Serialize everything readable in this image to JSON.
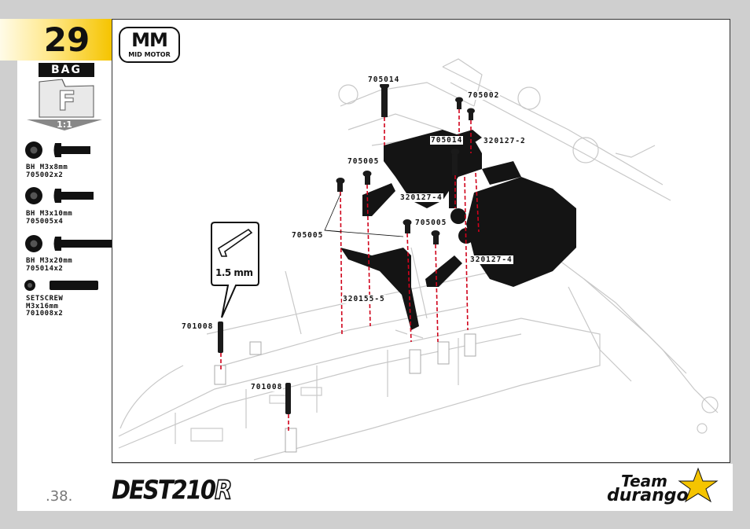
{
  "step": {
    "number": "29"
  },
  "bag": {
    "label": "BAG",
    "letter": "F",
    "scale": "1:1"
  },
  "motor_badge": {
    "big": "MM",
    "small": "MID MOTOR"
  },
  "parts": [
    {
      "caption_line1": "BH M3x8mm",
      "caption_line2": "705002x2"
    },
    {
      "caption_line1": "BH M3x10mm",
      "caption_line2": "705005x4"
    },
    {
      "caption_line1": "BH M3x20mm",
      "caption_line2": "705014x2"
    },
    {
      "caption_line1": "SETSCREW",
      "caption_line2": "M3x16mm",
      "caption_line3": "701008x2"
    }
  ],
  "tool": {
    "label": "1.5 mm"
  },
  "callouts": {
    "c705014_top": "705014",
    "c705002": "705002",
    "c705014_mid": "705014",
    "c320127_2": "320127-2",
    "c705005_a": "705005",
    "c320127_4_a": "320127-4",
    "c705005_b": "705005",
    "c705005_c": "705005",
    "c320127_4_b": "320127-4",
    "c320155_5": "320155-5",
    "c701008_a": "701008",
    "c701008_b": "701008"
  },
  "footer": {
    "page_number": ".38.",
    "brand": "DEST210",
    "brand_suffix": "R",
    "logo_line1": "Team",
    "logo_line2": "durango"
  },
  "colors": {
    "step_yellow": "#f5c400",
    "callout_red": "#d0021b",
    "frame": "#333333"
  }
}
